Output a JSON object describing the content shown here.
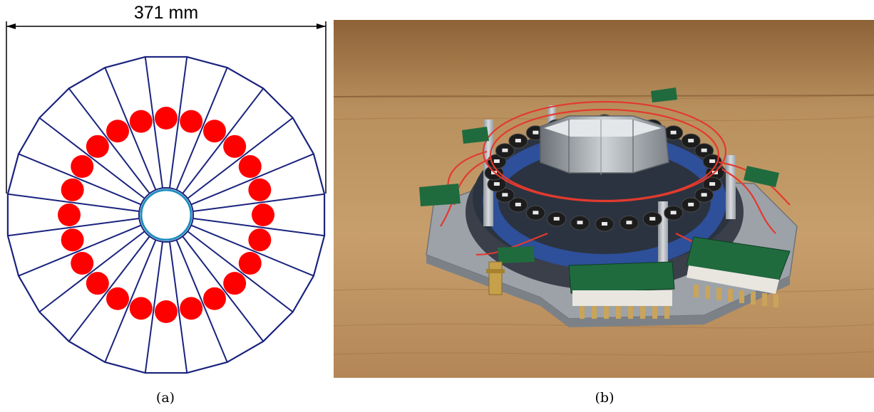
{
  "figure": {
    "panel_a": {
      "dimension_label": "371 mm",
      "caption": "(a)",
      "segment_count": 24,
      "sensor_count": 24,
      "colors": {
        "outline": "#1a237e",
        "sensor": "#ff0000",
        "inner_ring": "#1f8fbf"
      }
    },
    "panel_b": {
      "caption": "(b)",
      "colors": {
        "wood": "#b58a58",
        "cable": "#e23a2e",
        "pmt_cap": "#1e1e1e",
        "pcb": "#1f6b3e",
        "metal": "#b9bec4"
      }
    }
  }
}
